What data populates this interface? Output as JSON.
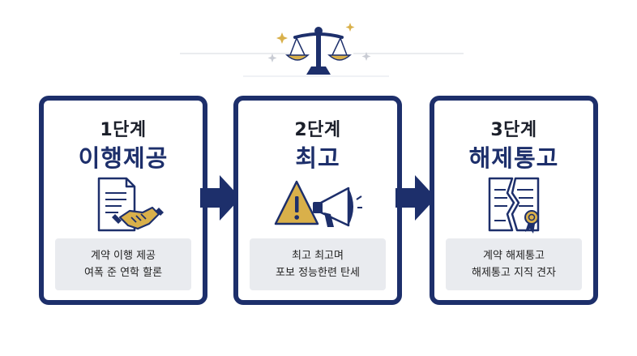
{
  "colors": {
    "navy": "#1d2f6b",
    "gold": "#d9b04a",
    "desc_bg": "#e9ebef"
  },
  "header": {
    "icon": "scales-of-justice-icon"
  },
  "steps": [
    {
      "step": "1단계",
      "title": "이행제공",
      "icon": "contract-handshake-icon",
      "desc_line1": "계약 이행 제공",
      "desc_line2": "여폭 준 연학 할론"
    },
    {
      "step": "2단계",
      "title": "최고",
      "icon": "warning-megaphone-icon",
      "desc_line1": "최고 최고며",
      "desc_line2": "포보 정능한련 탄세"
    },
    {
      "step": "3단계",
      "title": "해제통고",
      "icon": "torn-certificate-icon",
      "desc_line1": "계약 해제통고",
      "desc_line2": "해제통고 지직 견자"
    }
  ]
}
